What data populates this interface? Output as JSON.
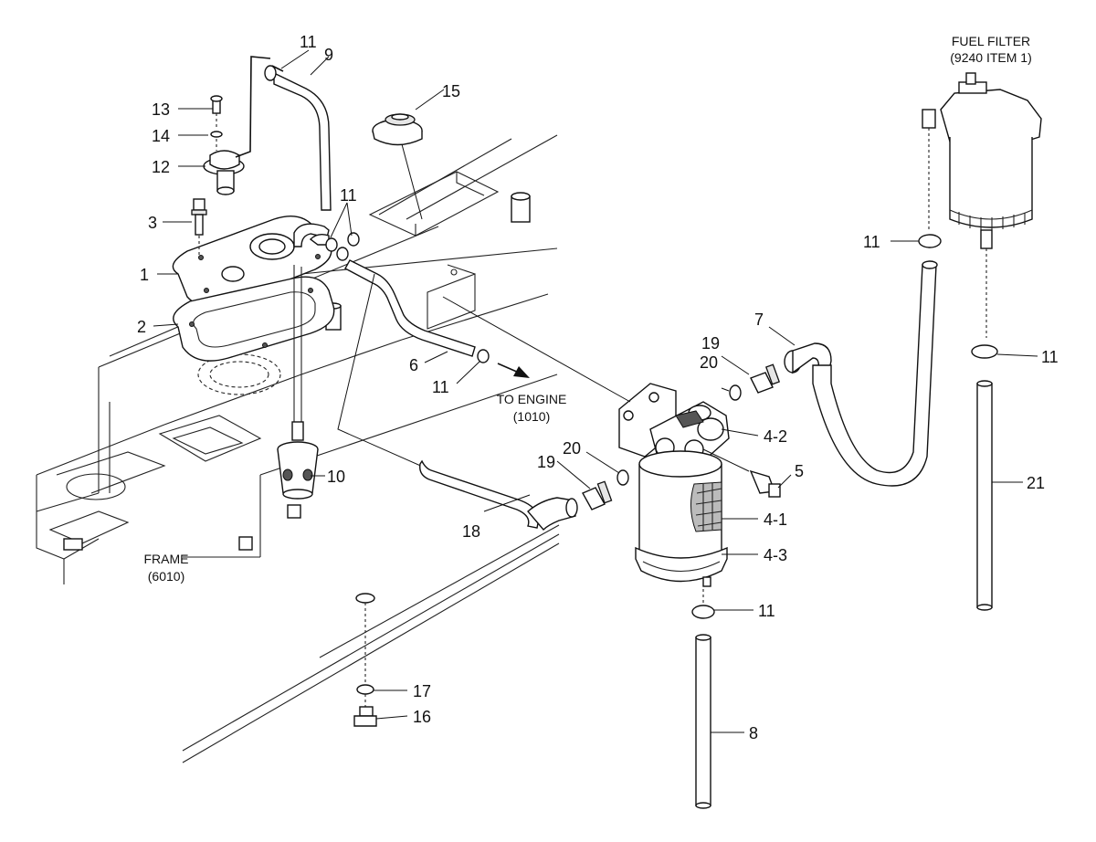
{
  "labels": {
    "l1": "1",
    "l2": "2",
    "l3": "3",
    "l4_1": "4-1",
    "l4_2": "4-2",
    "l4_3": "4-3",
    "l5": "5",
    "l6": "6",
    "l7": "7",
    "l8": "8",
    "l9": "9",
    "l10": "10",
    "l11a": "11",
    "l11b": "11",
    "l11c": "11",
    "l11d": "11",
    "l11e": "11",
    "l11f": "11",
    "l12": "12",
    "l13": "13",
    "l14": "14",
    "l15": "15",
    "l16": "16",
    "l17": "17",
    "l18": "18",
    "l19a": "19",
    "l19b": "19",
    "l20a": "20",
    "l20b": "20",
    "l21": "21"
  },
  "notes": {
    "fuel_filter_line1": "FUEL FILTER",
    "fuel_filter_line2": "(9240 ITEM 1)",
    "to_engine_line1": "TO ENGINE",
    "to_engine_line2": "(1010)",
    "frame_line1": "FRAME",
    "frame_line2": "(6010)"
  }
}
